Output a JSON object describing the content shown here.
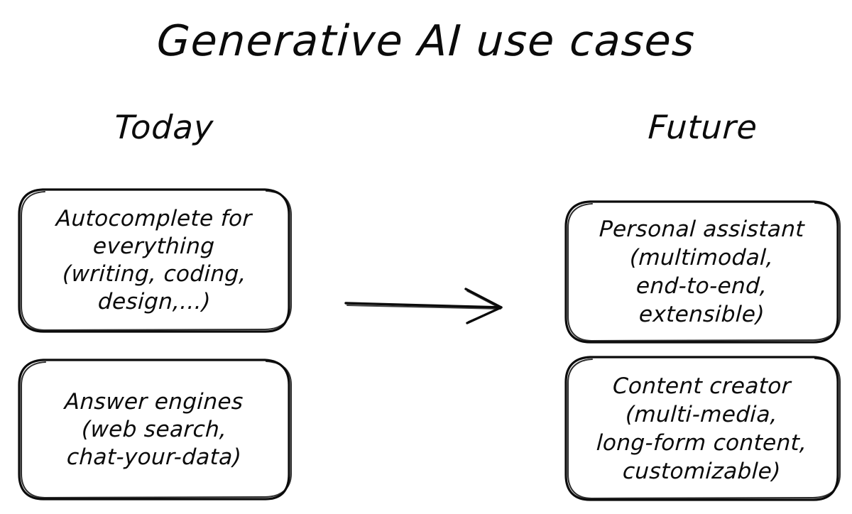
{
  "title": "Generative AI use cases",
  "columns": [
    {
      "id": "today",
      "label": "Today"
    },
    {
      "id": "future",
      "label": "Future"
    }
  ],
  "arrow": {
    "name": "arrow-right",
    "direction": "right",
    "from_column": "Today",
    "to_column": "Future"
  },
  "cards": [
    {
      "id": "autocomplete",
      "column": "today",
      "lines": [
        "Autocomplete for",
        "everything",
        "(writing, coding,",
        "design,...)"
      ]
    },
    {
      "id": "answer-engines",
      "column": "today",
      "lines": [
        "Answer engines",
        "(web search,",
        "chat-your-data)"
      ]
    },
    {
      "id": "personal-assistant",
      "column": "future",
      "lines": [
        "Personal assistant",
        "(multimodal,",
        "end-to-end,",
        "extensible)"
      ]
    },
    {
      "id": "content-creator",
      "column": "future",
      "lines": [
        "Content creator",
        "(multi-media,",
        "long-form content,",
        "customizable)"
      ]
    }
  ],
  "colors": {
    "ink": "#0b0b0b",
    "background": "#ffffff"
  }
}
